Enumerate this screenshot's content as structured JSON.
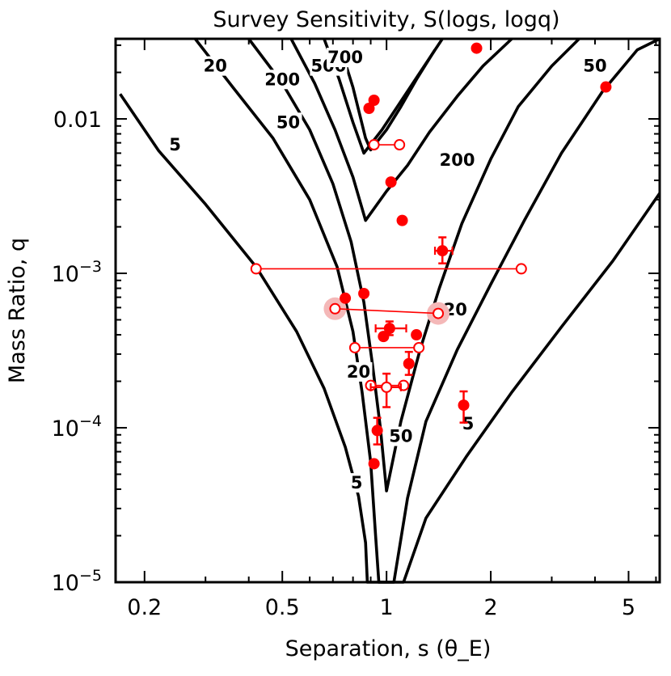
{
  "chart_data": {
    "type": "scatter",
    "title": "Survey Sensitivity, S(logs, logq)",
    "xlabel": "Separation, s (θ_E)",
    "ylabel": "Mass Ratio, q",
    "x_scale": "log",
    "y_scale": "log",
    "xlim": [
      0.165,
      6.15
    ],
    "ylim": [
      1e-05,
      0.033
    ],
    "xticks": [
      {
        "value": 0.2,
        "label": "0.2"
      },
      {
        "value": 0.5,
        "label": "0.5"
      },
      {
        "value": 1,
        "label": "1"
      },
      {
        "value": 2,
        "label": "2"
      },
      {
        "value": 5,
        "label": "5"
      }
    ],
    "yticks": [
      {
        "value": 0.01,
        "label": "0.01"
      },
      {
        "value": 0.001,
        "label": "10",
        "exp": "−3"
      },
      {
        "value": 0.0001,
        "label": "10",
        "exp": "−4"
      },
      {
        "value": 1e-05,
        "label": "10",
        "exp": "−5"
      }
    ],
    "grid": false,
    "contours": [
      {
        "level": "5",
        "left": [
          [
            0.17,
            0.0145
          ],
          [
            0.22,
            0.0062
          ],
          [
            0.3,
            0.0028
          ],
          [
            0.42,
            0.0011
          ],
          [
            0.55,
            0.00042
          ],
          [
            0.66,
            0.00018
          ],
          [
            0.76,
            7.5e-05
          ],
          [
            0.83,
            3.6e-05
          ],
          [
            0.87,
            1.8e-05
          ],
          [
            0.88,
            1e-05
          ]
        ],
        "right": [
          [
            1.12,
            1e-05
          ],
          [
            1.3,
            2.6e-05
          ],
          [
            1.7,
            6.5e-05
          ],
          [
            2.3,
            0.00017
          ],
          [
            3.2,
            0.00045
          ],
          [
            4.5,
            0.0012
          ],
          [
            6.15,
            0.0033
          ]
        ]
      },
      {
        "level": "20",
        "left": [
          [
            0.28,
            0.033
          ],
          [
            0.36,
            0.016
          ],
          [
            0.47,
            0.0075
          ],
          [
            0.6,
            0.003
          ],
          [
            0.72,
            0.0011
          ],
          [
            0.8,
            0.00042
          ],
          [
            0.85,
            0.00017
          ],
          [
            0.9,
            6e-05
          ],
          [
            0.93,
            2e-05
          ],
          [
            0.95,
            1e-05
          ]
        ],
        "right": [
          [
            1.05,
            1e-05
          ],
          [
            1.15,
            3.5e-05
          ],
          [
            1.3,
            0.00011
          ],
          [
            1.6,
            0.00032
          ],
          [
            2.0,
            0.00085
          ],
          [
            2.5,
            0.0022
          ],
          [
            3.2,
            0.006
          ],
          [
            4.2,
            0.015
          ],
          [
            5.3,
            0.028
          ],
          [
            6.15,
            0.033
          ]
        ]
      },
      {
        "level": "50",
        "left": [
          [
            0.4,
            0.033
          ],
          [
            0.5,
            0.017
          ],
          [
            0.6,
            0.0085
          ],
          [
            0.7,
            0.0038
          ],
          [
            0.79,
            0.0016
          ],
          [
            0.86,
            0.00065
          ],
          [
            0.91,
            0.00026
          ],
          [
            0.96,
            0.0001
          ],
          [
            1.0,
            3.9e-05
          ]
        ],
        "right": [
          [
            1.0,
            3.9e-05
          ],
          [
            1.1,
            0.00011
          ],
          [
            1.25,
            0.00032
          ],
          [
            1.42,
            0.0008
          ],
          [
            1.65,
            0.0021
          ],
          [
            2.0,
            0.0055
          ],
          [
            2.4,
            0.012
          ],
          [
            3.0,
            0.022
          ],
          [
            3.6,
            0.033
          ]
        ]
      },
      {
        "level": "200",
        "left": [
          [
            0.53,
            0.033
          ],
          [
            0.62,
            0.017
          ],
          [
            0.71,
            0.0085
          ],
          [
            0.8,
            0.0042
          ],
          [
            0.87,
            0.0022
          ]
        ],
        "right": [
          [
            0.87,
            0.0022
          ],
          [
            1.0,
            0.0034
          ],
          [
            1.15,
            0.005
          ],
          [
            1.33,
            0.0082
          ],
          [
            1.6,
            0.014
          ],
          [
            1.9,
            0.022
          ],
          [
            2.3,
            0.033
          ]
        ]
      },
      {
        "level": "500",
        "left": [
          [
            0.66,
            0.033
          ],
          [
            0.73,
            0.018
          ],
          [
            0.8,
            0.0095
          ],
          [
            0.86,
            0.006
          ]
        ],
        "right": [
          [
            0.86,
            0.006
          ],
          [
            0.97,
            0.0085
          ],
          [
            1.1,
            0.013
          ],
          [
            1.25,
            0.02
          ],
          [
            1.45,
            0.033
          ]
        ]
      },
      {
        "level": "700",
        "left": [
          [
            0.74,
            0.028
          ],
          [
            0.8,
            0.016
          ],
          [
            0.87,
            0.0075
          ],
          [
            0.9,
            0.0063
          ]
        ],
        "right": [
          [
            0.9,
            0.0063
          ],
          [
            1.0,
            0.0085
          ],
          [
            1.1,
            0.012
          ],
          [
            1.22,
            0.018
          ],
          [
            1.38,
            0.028
          ]
        ]
      }
    ],
    "contour_label_positions": [
      {
        "text": "5",
        "s": 0.245,
        "q": 0.0068
      },
      {
        "text": "5",
        "s": 0.82,
        "q": 4.4e-05
      },
      {
        "text": "5",
        "s": 1.72,
        "q": 0.000106
      },
      {
        "text": "20",
        "s": 0.32,
        "q": 0.022
      },
      {
        "text": "20",
        "s": 0.83,
        "q": 0.00023
      },
      {
        "text": "20",
        "s": 1.58,
        "q": 0.00058
      },
      {
        "text": "50",
        "s": 0.52,
        "q": 0.0095
      },
      {
        "text": "50",
        "s": 1.1,
        "q": 8.8e-05
      },
      {
        "text": "50",
        "s": 4.0,
        "q": 0.022
      },
      {
        "text": "200",
        "s": 0.5,
        "q": 0.018
      },
      {
        "text": "200",
        "s": 1.6,
        "q": 0.0054
      },
      {
        "text": "500",
        "s": 0.68,
        "q": 0.022
      },
      {
        "text": "700",
        "s": 0.76,
        "q": 0.025
      }
    ],
    "planets_filled": [
      {
        "s": 1.82,
        "q": 0.0287
      },
      {
        "s": 0.92,
        "q": 0.0132
      },
      {
        "s": 0.89,
        "q": 0.0117
      },
      {
        "s": 4.3,
        "q": 0.0161
      },
      {
        "s": 1.03,
        "q": 0.0039
      },
      {
        "s": 1.11,
        "q": 0.0022
      },
      {
        "s": 1.45,
        "q": 0.0014,
        "xerr": [
          1.38,
          1.55
        ],
        "yerr": [
          0.00116,
          0.00171
        ]
      },
      {
        "s": 0.86,
        "q": 0.00074
      },
      {
        "s": 0.76,
        "q": 0.00069
      },
      {
        "s": 1.02,
        "q": 0.00044,
        "xerr": [
          0.93,
          1.14
        ],
        "yerr": [
          0.000398,
          0.000488
        ]
      },
      {
        "s": 0.98,
        "q": 0.00039
      },
      {
        "s": 1.22,
        "q": 0.0004
      },
      {
        "s": 1.16,
        "q": 0.00026,
        "yerr": [
          0.00022,
          0.00031
        ]
      },
      {
        "s": 1.67,
        "q": 0.00014,
        "yerr": [
          0.000108,
          0.000172
        ]
      },
      {
        "s": 0.94,
        "q": 9.6e-05,
        "yerr": [
          7.8e-05,
          0.000116
        ]
      },
      {
        "s": 0.92,
        "q": 5.85e-05
      }
    ],
    "planets_open_pairs": [
      {
        "s1": 0.92,
        "s2": 1.09,
        "q": 0.0068
      },
      {
        "s1": 0.42,
        "s2": 2.45,
        "q": 0.00107
      },
      {
        "s1": 0.71,
        "s2": 1.41,
        "q1": 0.00059,
        "q2": 0.00055,
        "highlight": true
      },
      {
        "s1": 0.81,
        "s2": 1.24,
        "q": 0.00033
      },
      {
        "s1": 0.9,
        "s2": 1.12,
        "q": 0.000188
      },
      {
        "s": 1.0,
        "q": 0.000183,
        "xerr": [
          0.9,
          1.1
        ],
        "yerr": [
          0.000136,
          0.000224
        ]
      }
    ],
    "colors": {
      "data": "#ff0000",
      "contour": "#000000",
      "highlight": "#f4b8b8"
    }
  }
}
